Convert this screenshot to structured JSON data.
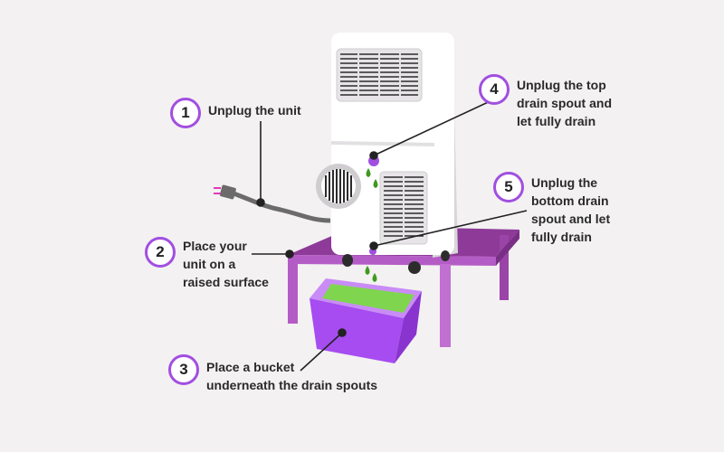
{
  "steps": [
    {
      "number": "1",
      "label": "Unplug the unit"
    },
    {
      "number": "2",
      "label": "Place your\nunit on a\nraised surface"
    },
    {
      "number": "3",
      "label": "Place a bucket\nunderneath the drain spouts"
    },
    {
      "number": "4",
      "label": "Unplug the top\ndrain spout and\nlet fully drain"
    },
    {
      "number": "5",
      "label": "Unplug the\nbottom drain\nspout and let\nfully drain"
    }
  ],
  "colors": {
    "accent": "#a14fe0",
    "table": "#8e3a99",
    "bucket": "#a64cf0",
    "water": "#7fd64e",
    "drop": "#3f9a1f"
  }
}
